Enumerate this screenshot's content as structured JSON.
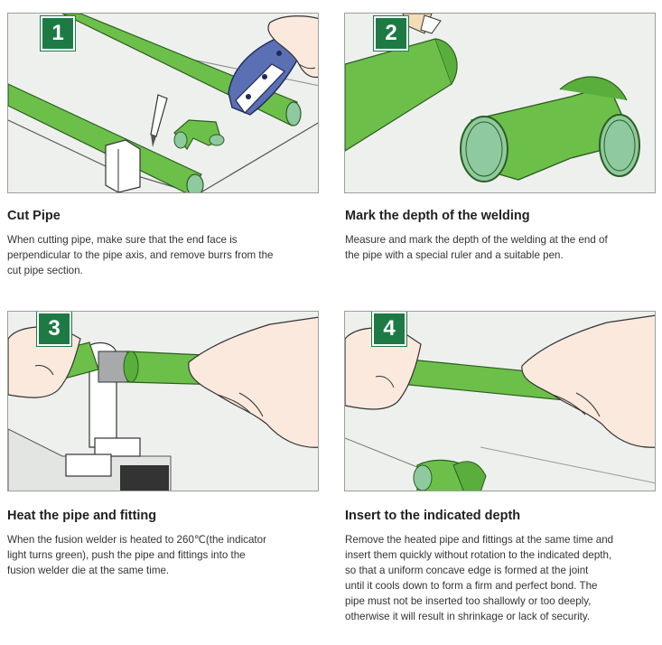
{
  "steps": [
    {
      "number": "1",
      "title": "Cut Pipe",
      "lines": [
        "When cutting pipe, make sure that the end face is",
        "perpendicular to the pipe axis, and remove burrs from the",
        "cut pipe section."
      ]
    },
    {
      "number": "2",
      "title": "Mark the depth of the welding",
      "lines": [
        "Measure and mark the depth of the welding at the end of",
        "the pipe with a special ruler and a suitable pen."
      ]
    },
    {
      "number": "3",
      "title": "Heat the pipe and fitting",
      "lines": [
        "When the fusion welder is heated to 260℃(the indicator",
        "light turns green), push the pipe and fittings into the",
        "fusion welder die at the same time."
      ]
    },
    {
      "number": "4",
      "title": "Insert to the indicated depth",
      "lines": [
        "Remove the heated pipe and fittings at the same time and",
        "insert them quickly without rotation to the indicated depth,",
        "so that a uniform concave edge is formed at the joint",
        "until it cools down to form a firm and perfect bond. The",
        "pipe must not be inserted too shallowly or too deeply,",
        "otherwise it will result in shrinkage or lack of security."
      ]
    }
  ],
  "colors": {
    "badge": "#1e7a45",
    "pipe": "#6cc04a",
    "pipe_dark": "#3d8a2a",
    "pipe_end": "#8fc9a0",
    "panel_bg": "#eef0ee",
    "skin": "#fbe9dd"
  }
}
